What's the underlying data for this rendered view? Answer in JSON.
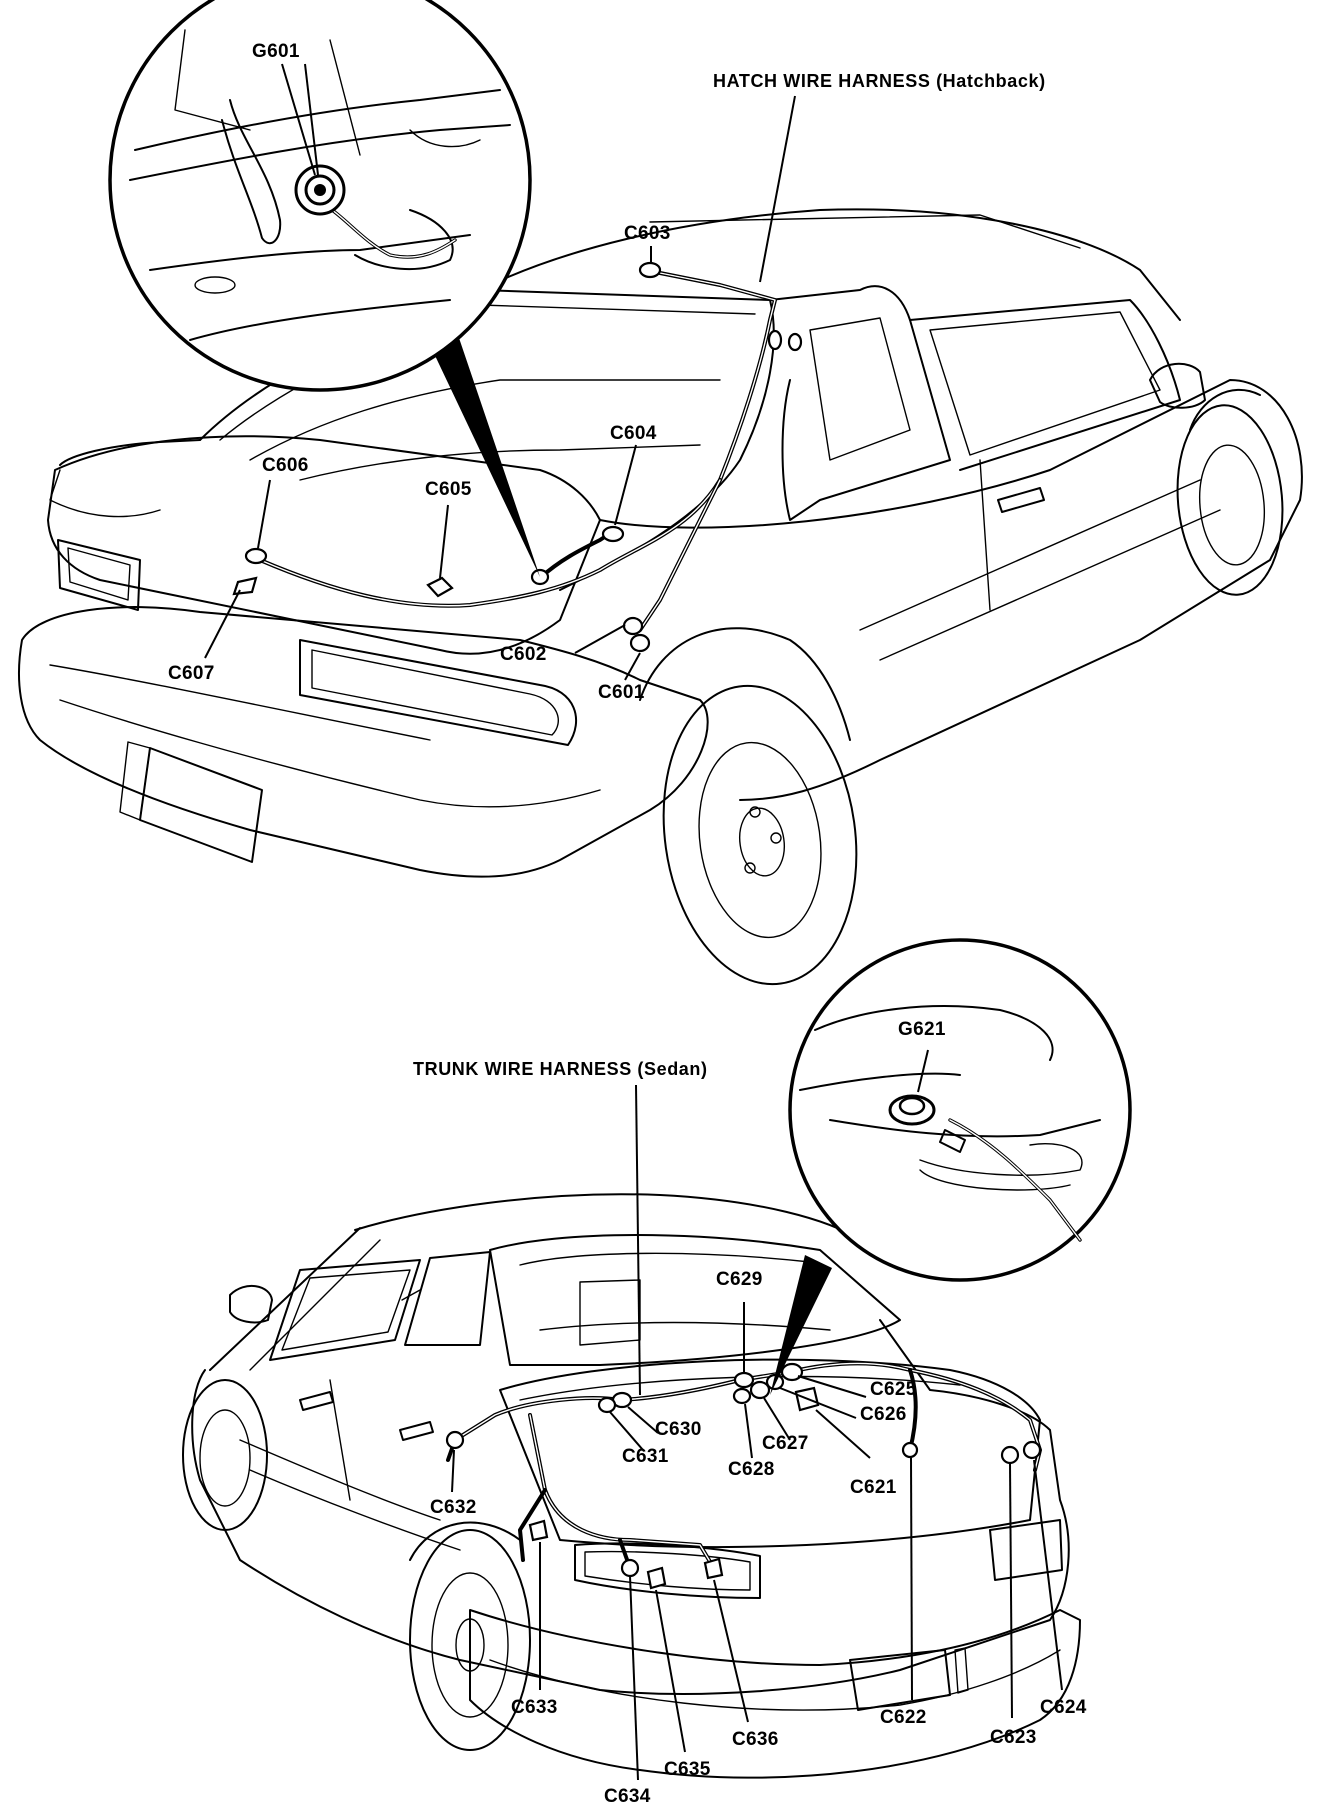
{
  "titles": {
    "hatch": "HATCH WIRE HARNESS (Hatchback)",
    "trunk": "TRUNK WIRE HARNESS (Sedan)"
  },
  "labels": {
    "g601": "G601",
    "c603": "C603",
    "c604": "C604",
    "c606": "C606",
    "c605": "C605",
    "c607": "C607",
    "c602": "C602",
    "c601": "C601",
    "g621": "G621",
    "c629": "C629",
    "c625": "C625",
    "c626": "C626",
    "c627": "C627",
    "c628": "C628",
    "c621": "C621",
    "c630": "C630",
    "c631": "C631",
    "c632": "C632",
    "c622": "C622",
    "c623": "C623",
    "c624": "C624",
    "c633": "C633",
    "c634": "C634",
    "c635": "C635",
    "c636": "C636"
  }
}
